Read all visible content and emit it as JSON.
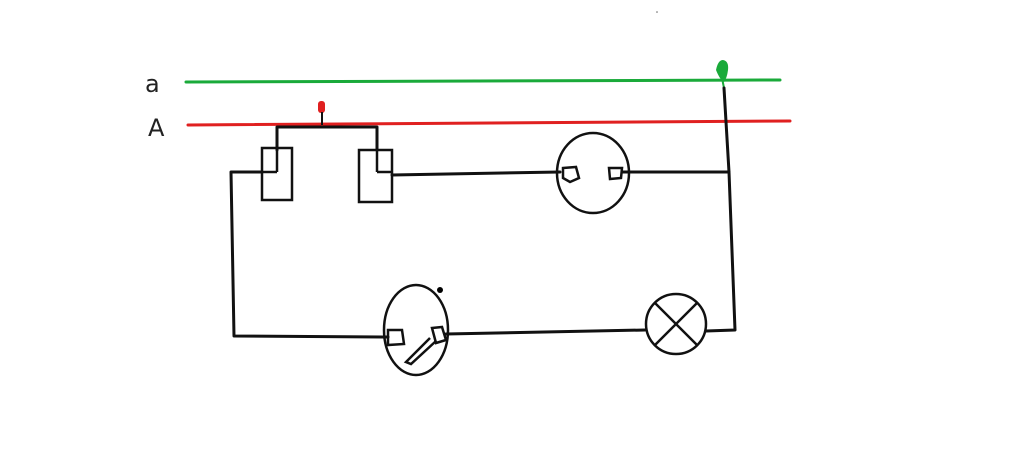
{
  "lines": {
    "neutral": {
      "label": "a",
      "color": "#1aaa3a"
    },
    "phase": {
      "label": "A",
      "color": "#e02020"
    }
  },
  "colors": {
    "wire": "#111111",
    "phase_marker": "#e02020",
    "neutral_marker": "#1aaa3a"
  },
  "components": {
    "fuses": [
      "fuse",
      "fuse"
    ],
    "socket": "socket",
    "switch": "switch",
    "lamp": "lamp"
  }
}
